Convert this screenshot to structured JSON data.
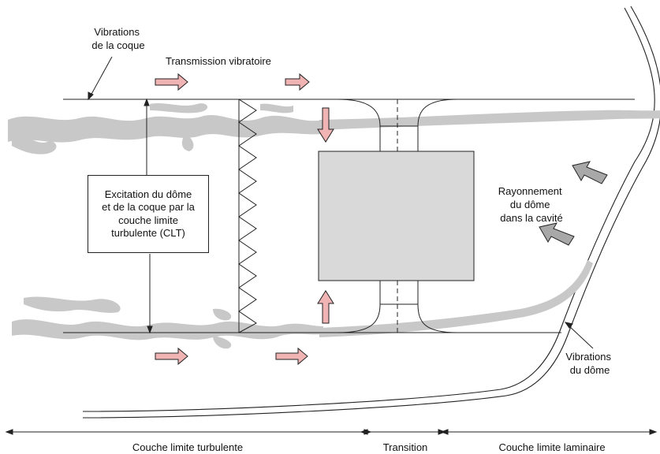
{
  "labels": {
    "hull_vibrations": [
      "Vibrations",
      "de la coque"
    ],
    "vibration_transmission": "Transmission vibratoire",
    "excitation": [
      "Excitation du dôme",
      "et de la coque par la",
      "couche limite",
      "turbulente (CLT)"
    ],
    "radiation": [
      "Rayonnement",
      "du dôme",
      "dans la cavité"
    ],
    "dome_vibrations": [
      "Vibrations",
      "du dôme"
    ]
  },
  "zones": {
    "turbulent": "Couche limite turbulente",
    "transition": "Transition",
    "laminar": "Couche limite laminaire"
  },
  "colors": {
    "flow": "#c8c8c8",
    "transmission_arrow": "#f0b4b4",
    "radiation_arrow": "#a8a8a8",
    "sensor": "#d9d9d9",
    "line": "#222222"
  }
}
